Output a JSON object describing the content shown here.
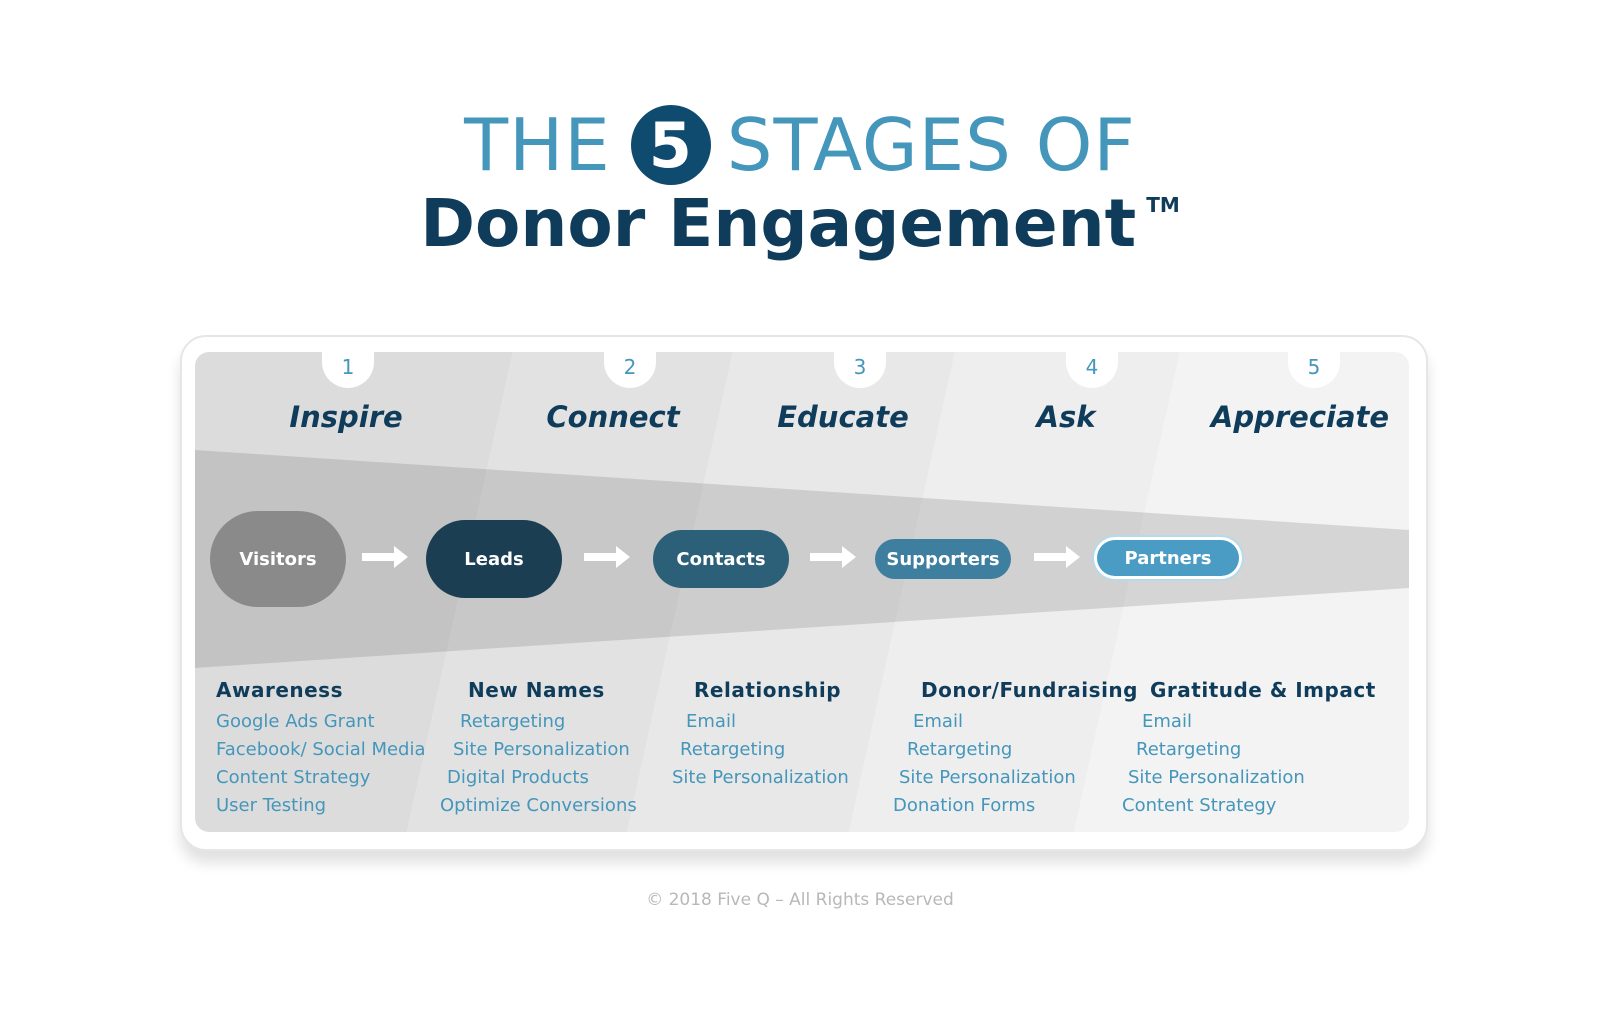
{
  "title": {
    "prefix": "THE",
    "number": "5",
    "suffix": "STAGES OF",
    "line2": "Donor Engagement",
    "trademark": "TM"
  },
  "stages": [
    {
      "number": "1",
      "name": "Inspire",
      "state": "Visitors",
      "category": "Awareness",
      "items": [
        "Google Ads Grant",
        "Facebook/ Social Media",
        "Content Strategy",
        "User Testing"
      ]
    },
    {
      "number": "2",
      "name": "Connect",
      "state": "Leads",
      "category": "New Names",
      "items": [
        "Retargeting",
        "Site Personalization",
        "Digital Products",
        "Optimize Conversions"
      ]
    },
    {
      "number": "3",
      "name": "Educate",
      "state": "Contacts",
      "category": "Relationship",
      "items": [
        "Email",
        "Retargeting",
        "Site Personalization"
      ]
    },
    {
      "number": "4",
      "name": "Ask",
      "state": "Supporters",
      "category": "Donor/Fundraising",
      "items": [
        "Email",
        "Retargeting",
        "Site Personalization",
        "Donation Forms"
      ]
    },
    {
      "number": "5",
      "name": "Appreciate",
      "state": "Partners",
      "category": "Gratitude & Impact",
      "items": [
        "Email",
        "Retargeting",
        "Site Personalization",
        "Content Strategy"
      ]
    }
  ],
  "colors": {
    "title_light": "#4596bb",
    "title_dark": "#0f3c5a",
    "pill_visitors": "#8a8a8a",
    "pill_leads": "#1b3e53",
    "pill_contacts": "#2c5f78",
    "pill_supporters": "#3e7f9f",
    "pill_partners": "#4a9cc4"
  },
  "footer": {
    "copyright": "© 2018 Five Q – All Rights Reserved"
  }
}
